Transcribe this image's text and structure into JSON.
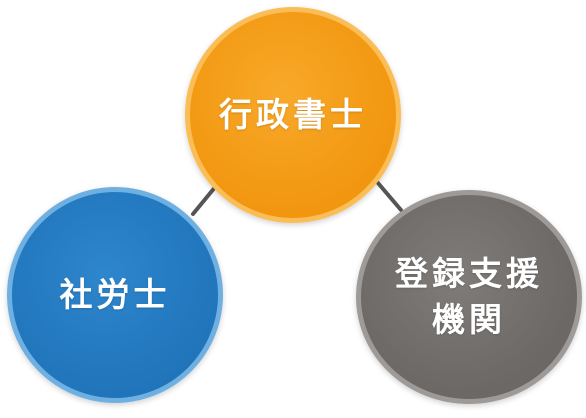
{
  "nodes": {
    "top": {
      "label": "行政書士",
      "color": "#f39a14"
    },
    "left": {
      "label": "社労士",
      "color": "#2277bd"
    },
    "right": {
      "label": "登録支援\n機関",
      "color": "#6e6a68"
    }
  },
  "connector_color": "#555555"
}
